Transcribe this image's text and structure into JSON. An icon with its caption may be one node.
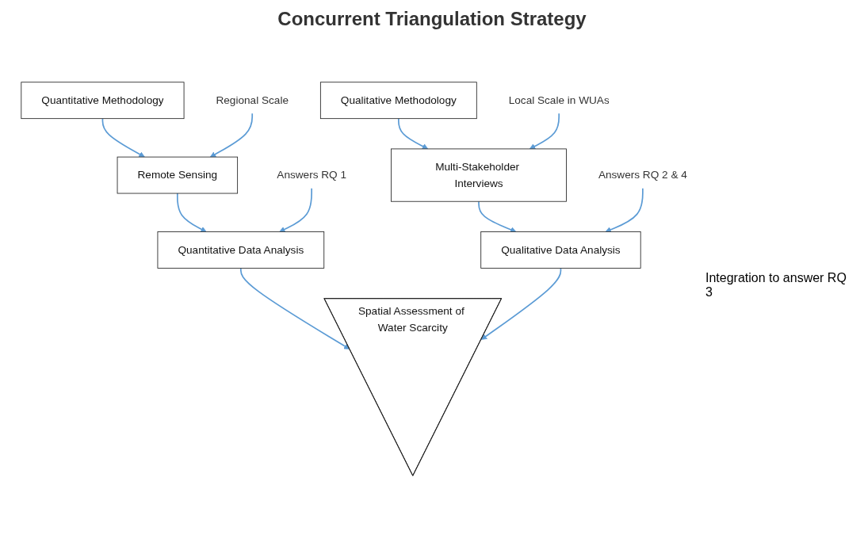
{
  "diagram": {
    "title": "Concurrent Triangulation Strategy",
    "nodes": [
      {
        "text": [
          "Quantitative Methodology"
        ]
      },
      {
        "text": [
          "Qualitative Methodology"
        ]
      },
      {
        "text": [
          "Regional Scale"
        ]
      },
      {
        "text": [
          "Remote Sensing"
        ]
      },
      {
        "text": [
          "Multi-Stakeholder Interviews"
        ]
      },
      {
        "text": [
          "Local Scale in WUAs"
        ]
      },
      {
        "text": [
          "Answers RQ 1"
        ]
      },
      {
        "text": [
          "Quantitative Data Analysis"
        ]
      },
      {
        "text": [
          "Qualitative Data Analysis"
        ]
      },
      {
        "text": [
          "Answers RQ 2 & 4"
        ]
      },
      {
        "text": [
          "Spatial Assessment of Water Scarcity"
        ]
      }
    ],
    "edges": [
      {
        "from": 0,
        "to": 3,
        "arrow": "to"
      },
      {
        "from": 2,
        "to": 3,
        "arrow": "to"
      },
      {
        "from": 3,
        "to": 7,
        "arrow": "to"
      },
      {
        "from": 6,
        "to": 7,
        "arrow": "to"
      },
      {
        "from": 1,
        "to": 4,
        "arrow": "to"
      },
      {
        "from": 5,
        "to": 4,
        "arrow": "to"
      },
      {
        "from": 4,
        "to": 8,
        "arrow": "to"
      },
      {
        "from": 9,
        "to": 8,
        "arrow": "to"
      },
      {
        "from": 7,
        "to": 10,
        "arrow": "to"
      },
      {
        "from": 8,
        "to": 10,
        "arrow": "to"
      }
    ],
    "labels": [
      "Integration to answer RQ 3"
    ]
  }
}
